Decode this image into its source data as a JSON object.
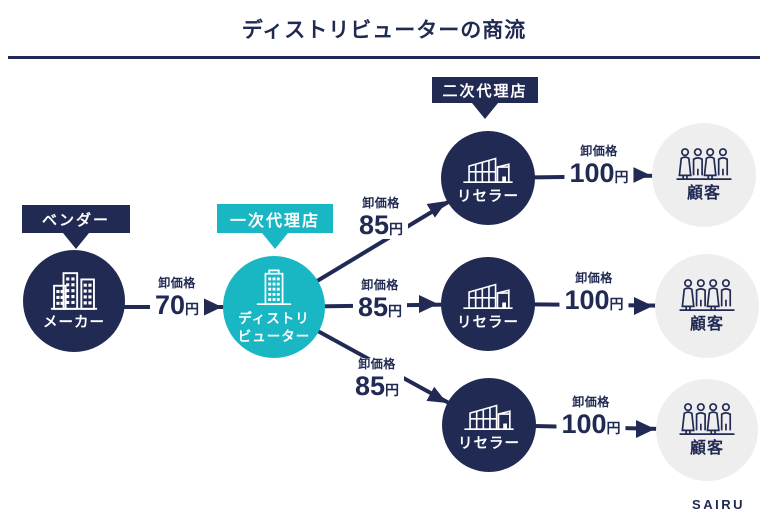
{
  "title": "ディストリビューターの商流",
  "brand": "SAIRU",
  "colors": {
    "navy": "#212A53",
    "teal": "#19B7C3",
    "light_gray": "#EEEEEF",
    "background": "#FFFFFF"
  },
  "nodes": {
    "maker": {
      "tag": "ベンダー",
      "label": "メーカー",
      "icon": "buildings-icon"
    },
    "distributor": {
      "tag": "一次代理店",
      "label_line1": "ディストリ",
      "label_line2": "ビューター",
      "icon": "office-building-icon"
    },
    "reseller_top": {
      "tag": "二次代理店",
      "label": "リセラー",
      "icon": "store-icon"
    },
    "reseller_mid": {
      "label": "リセラー",
      "icon": "store-icon"
    },
    "reseller_bottom": {
      "label": "リセラー",
      "icon": "store-icon"
    },
    "customer_top": {
      "label": "顧客",
      "icon": "people-icon"
    },
    "customer_mid": {
      "label": "顧客",
      "icon": "people-icon"
    },
    "customer_bottom": {
      "label": "顧客",
      "icon": "people-icon"
    }
  },
  "prices": [
    {
      "caption": "卸価格",
      "amount": "70",
      "unit": "円"
    },
    {
      "caption": "卸価格",
      "amount": "85",
      "unit": "円"
    },
    {
      "caption": "卸価格",
      "amount": "85",
      "unit": "円"
    },
    {
      "caption": "卸価格",
      "amount": "85",
      "unit": "円"
    },
    {
      "caption": "卸価格",
      "amount": "100",
      "unit": "円"
    },
    {
      "caption": "卸価格",
      "amount": "100",
      "unit": "円"
    },
    {
      "caption": "卸価格",
      "amount": "100",
      "unit": "円"
    }
  ]
}
